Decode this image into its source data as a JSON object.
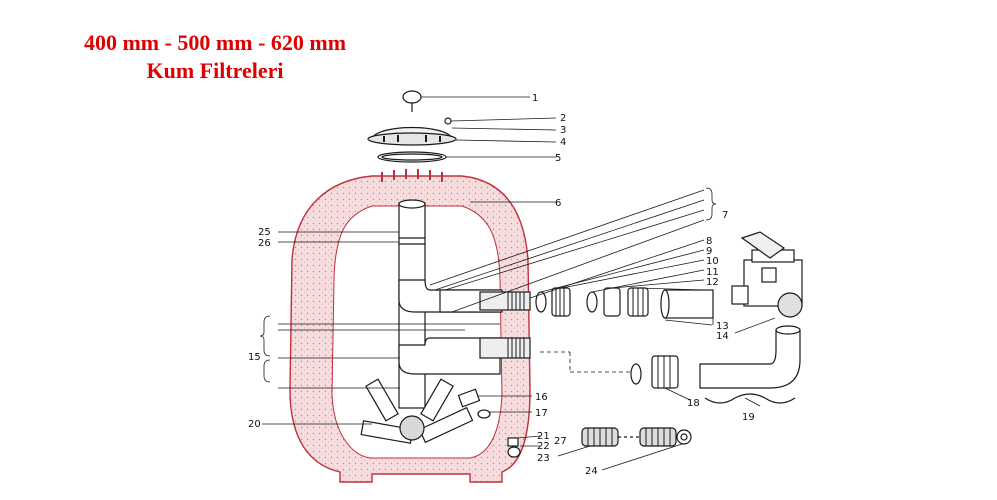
{
  "title": {
    "line1": "400 mm - 500 mm - 620 mm",
    "line2": "Kum Filtreleri"
  },
  "colors": {
    "title": "#e00000",
    "tank_fill": "#f6dedf",
    "tank_dots": "#e3737a",
    "line": "#1a1a1a"
  },
  "labels": [
    "1",
    "2",
    "3",
    "4",
    "5",
    "6",
    "7",
    "8",
    "9",
    "10",
    "11",
    "12",
    "13",
    "14",
    "15",
    "16",
    "17",
    "18",
    "19",
    "20",
    "21",
    "22",
    "23",
    "24",
    "25",
    "26",
    "27"
  ]
}
